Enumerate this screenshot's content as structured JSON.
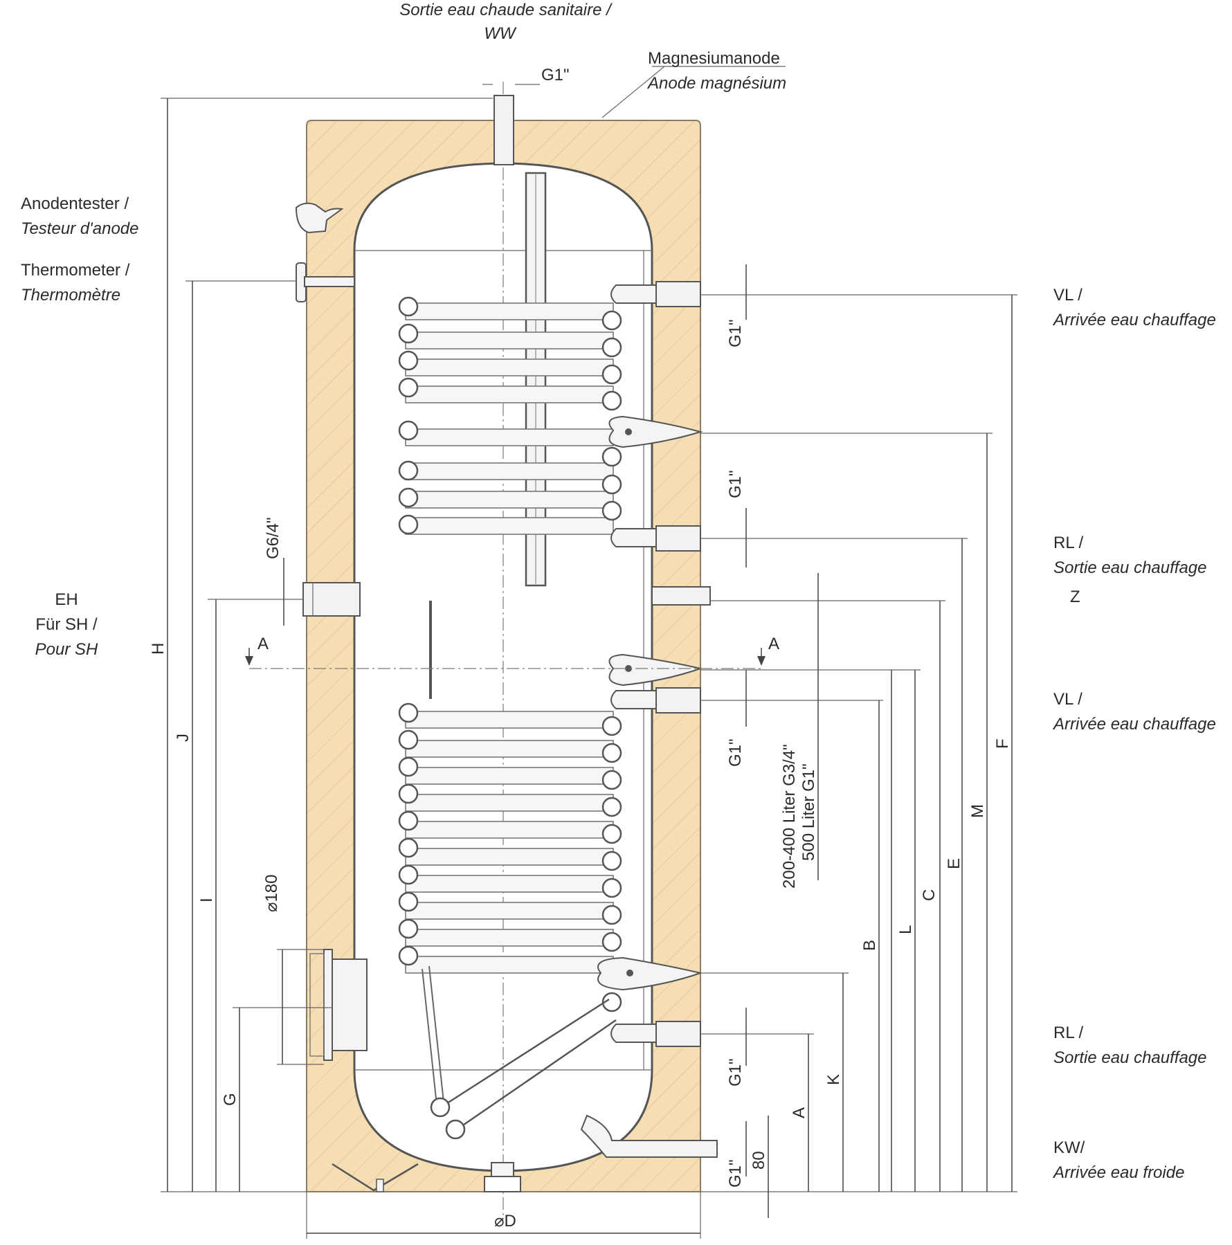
{
  "labels": {
    "ww_line1": "Sortie eau chaude sanitaire /",
    "ww_line2": "WW",
    "anode_line1": "Magnesiumanode",
    "anode_line2": "Anode magnésium",
    "anodetester_line1": "Anodentester /",
    "anodetester_line2": "Testeur d'anode",
    "thermometer_line1": "Thermometer /",
    "thermometer_line2": "Thermomètre",
    "eh_line1": "EH",
    "eh_line2": "Für SH /",
    "eh_line3": "Pour SH",
    "vl_top_line1": "VL /",
    "vl_top_line2": "Arrivée eau chauffage",
    "rl_top_line1": "RL /",
    "rl_top_line2": "Sortie eau chauffage",
    "z": "Z",
    "vl_mid_line1": "VL /",
    "vl_mid_line2": "Arrivée eau chauffage",
    "rl_bot_line1": "RL /",
    "rl_bot_line2": "Sortie eau chauffage",
    "kw_line1": "KW/",
    "kw_line2": "Arrivée eau froide"
  },
  "dimensions": {
    "g1_top": "G1\"",
    "g1_vl_top": "G1\"",
    "g1_rl_top": "G1\"",
    "g1_vl_mid": "G1\"",
    "g1_rl_bot": "G1\"",
    "g1_kw": "G1\"",
    "g6_4": "G6/4\"",
    "size_note_line1": "200-400 Liter G3/4\"",
    "size_note_line2": "500 Liter G1\"",
    "dia_180": "⌀180",
    "dia_d": "⌀D",
    "d80": "80",
    "section_a_left": "A",
    "section_a_right": "A",
    "h": "H",
    "j": "J",
    "i": "I",
    "g": "G",
    "f": "F",
    "m": "M",
    "e": "E",
    "c": "C",
    "l": "L",
    "b": "B",
    "k": "K",
    "a": "A"
  },
  "colors": {
    "insulation": "#f6deb4",
    "hatch": "#e6c89a",
    "line": "#555555",
    "tank_interior": "#ffffff"
  }
}
